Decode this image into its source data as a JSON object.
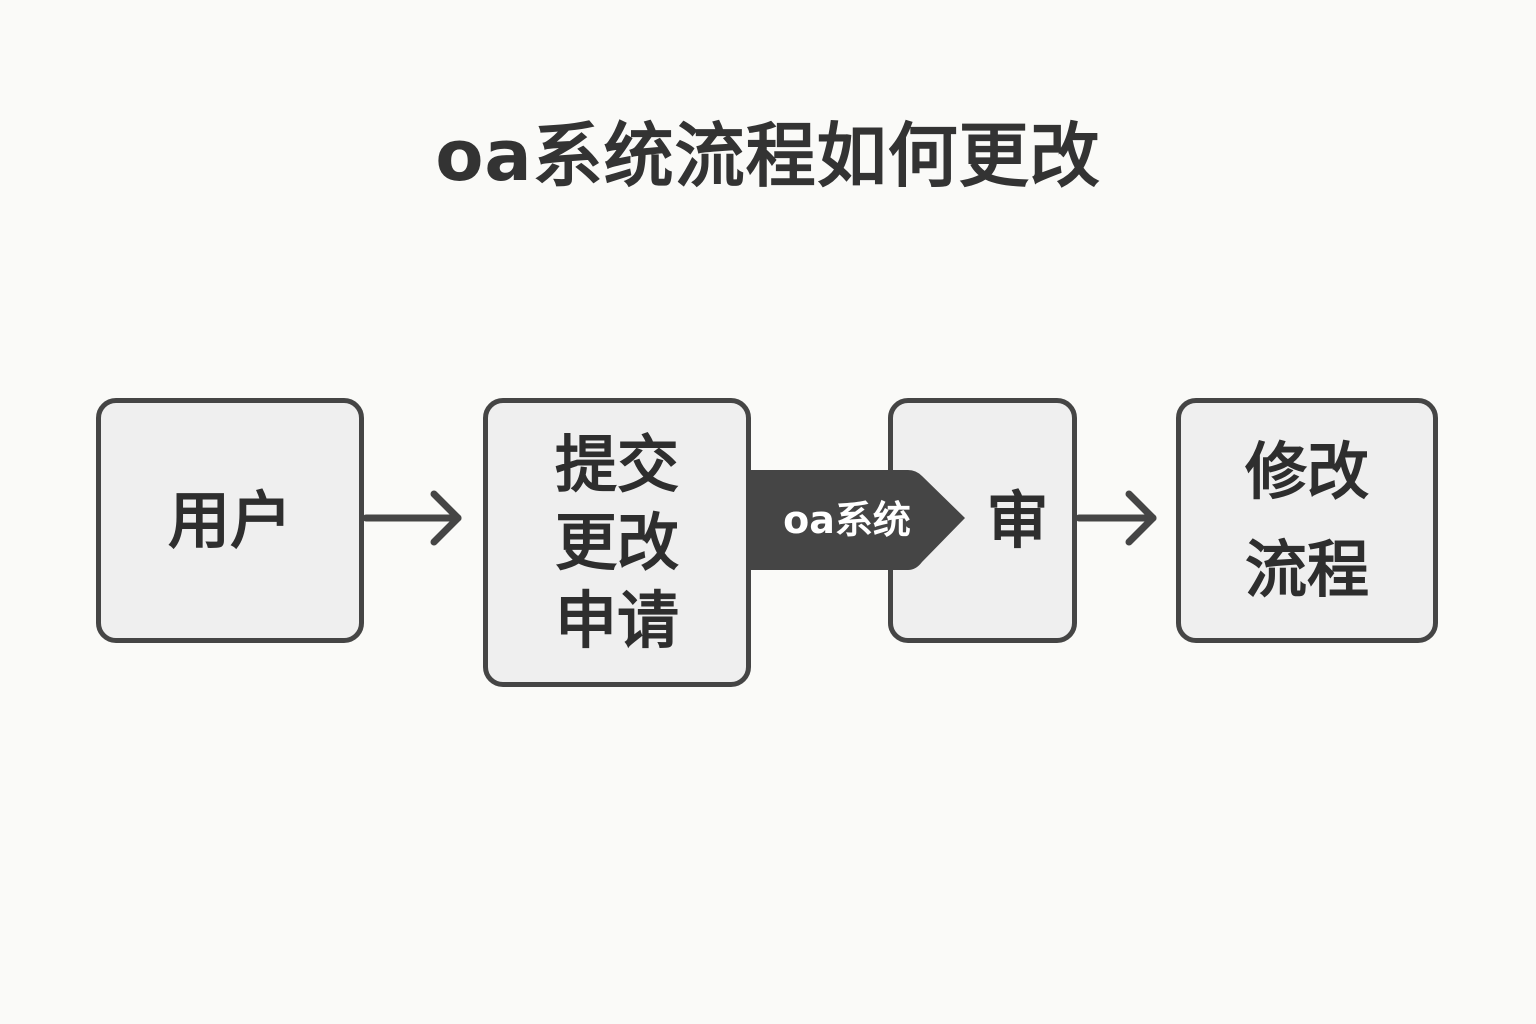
{
  "title": "oa系统流程如何更改",
  "nodes": [
    {
      "lines": [
        "用户"
      ]
    },
    {
      "lines": [
        "提交",
        "更改",
        "申请"
      ]
    },
    {
      "lines": [
        "审"
      ]
    },
    {
      "lines": [
        "修改",
        "流程"
      ]
    }
  ],
  "connector_label": "oa系统",
  "colors": {
    "stroke": "#454545",
    "fill": "#efefef",
    "background": "#fafaf8"
  }
}
